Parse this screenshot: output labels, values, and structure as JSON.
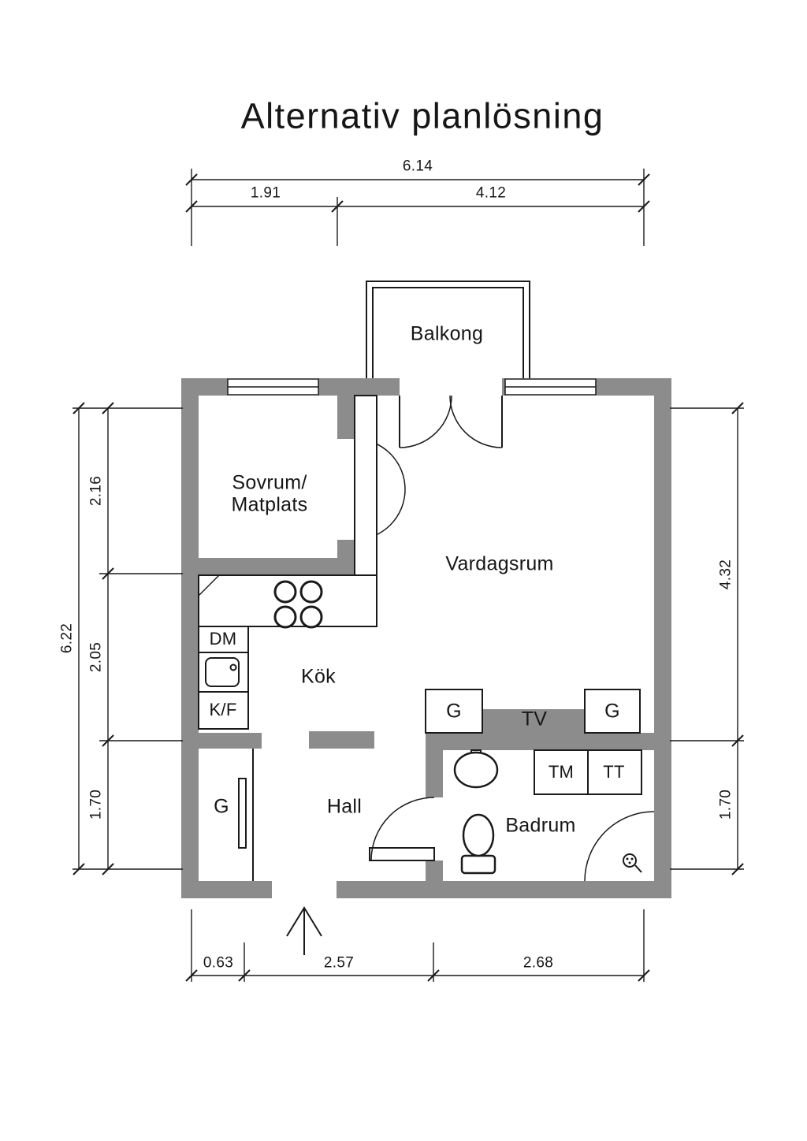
{
  "title": "Alternativ planlösning",
  "plan": {
    "rooms": {
      "balkong": "Balkong",
      "sovrum_line1": "Sovrum/",
      "sovrum_line2": "Matplats",
      "vardagsrum": "Vardagsrum",
      "kok": "Kök",
      "hall": "Hall",
      "badrum": "Badrum"
    },
    "labels": {
      "garderob_hall": "G",
      "garderob_left": "G",
      "garderob_right": "G",
      "diskmaskin": "DM",
      "kyl_frys": "K/F",
      "tv": "TV",
      "tvattmaskin": "TM",
      "torktumlare": "TT"
    }
  },
  "dimensions": {
    "top_total": "6.14",
    "top_left": "1.91",
    "top_right": "4.12",
    "left_total": "6.22",
    "left_upper": "2.16",
    "left_middle": "2.05",
    "left_lower": "1.70",
    "right_upper": "4.32",
    "right_lower": "1.70",
    "bottom_left": "0.63",
    "bottom_middle": "2.57",
    "bottom_right": "2.68"
  },
  "colors": {
    "wall": "#8c8c8c",
    "line": "#1a1a1a",
    "background": "#ffffff"
  }
}
